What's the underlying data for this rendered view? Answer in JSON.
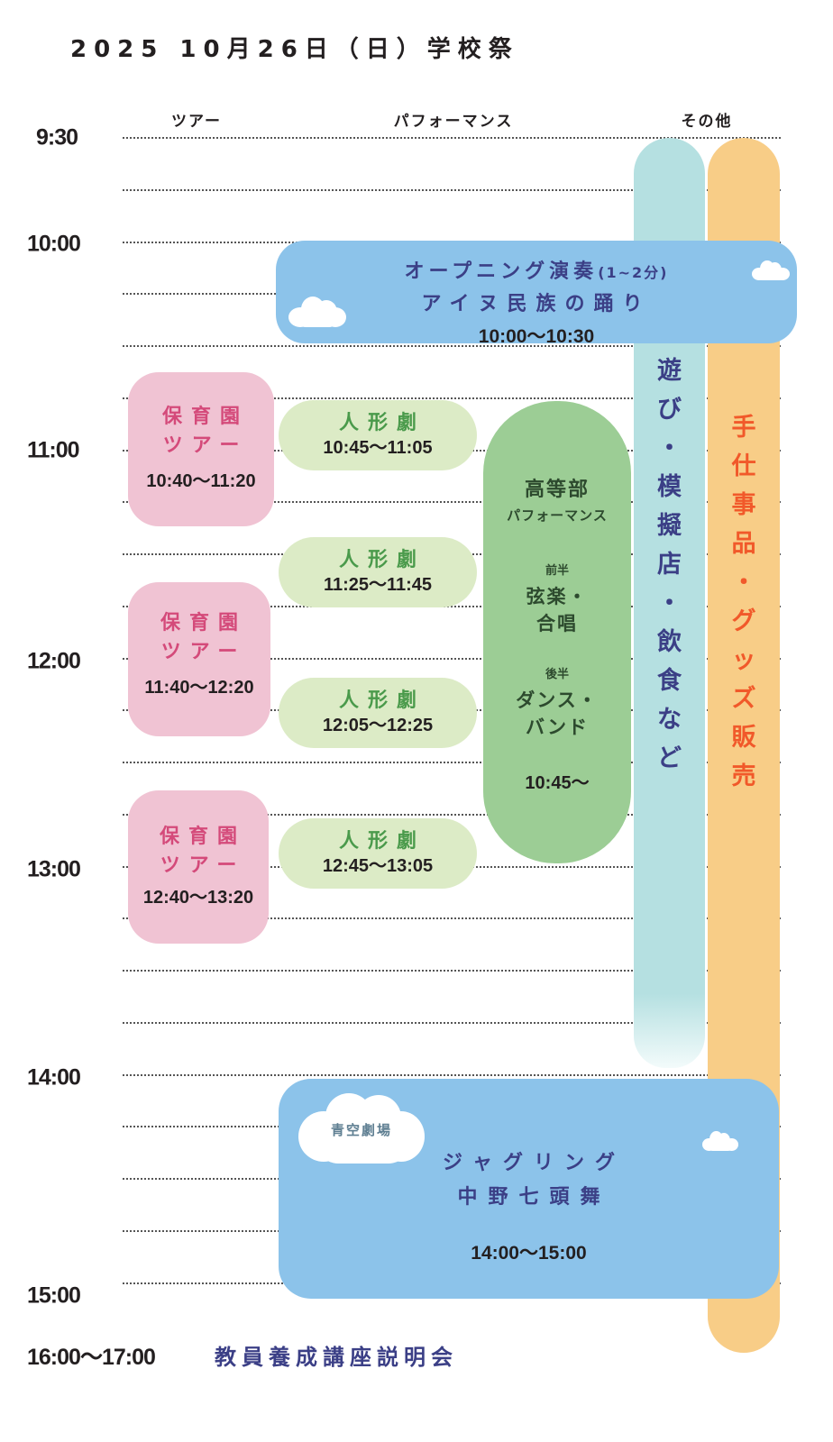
{
  "header": {
    "title": "2025 10月26日（日）学校祭"
  },
  "columns": {
    "tour": "ツアー",
    "performance": "パフォーマンス",
    "other": "その他"
  },
  "time_axis": {
    "labels": [
      "9:30",
      "10:00",
      "11:00",
      "12:00",
      "13:00",
      "14:00",
      "15:00"
    ]
  },
  "events": {
    "opening": {
      "title_main": "オープニング演奏",
      "title_note": "(1~2分)",
      "subtitle": "アイヌ民族の踊り",
      "time": "10:00〜10:30",
      "color": "#8cc3ea"
    },
    "tours": [
      {
        "name_line1": "保育園",
        "name_line2": "ツアー",
        "time": "10:40〜11:20"
      },
      {
        "name_line1": "保育園",
        "name_line2": "ツアー",
        "time": "11:40〜12:20"
      },
      {
        "name_line1": "保育園",
        "name_line2": "ツアー",
        "time": "12:40〜13:20"
      }
    ],
    "puppet_shows": [
      {
        "name": "人形劇",
        "time": "10:45〜11:05"
      },
      {
        "name": "人形劇",
        "time": "11:25〜11:45"
      },
      {
        "name": "人形劇",
        "time": "12:05〜12:25"
      },
      {
        "name": "人形劇",
        "time": "12:45〜13:05"
      }
    ],
    "high_school": {
      "title": "高等部",
      "subtitle": "パフォーマンス",
      "first_half_label": "前半",
      "first_half_line1": "弦楽・",
      "first_half_line2": "合唱",
      "second_half_label": "後半",
      "second_half_line1": "ダンス・",
      "second_half_line2": "バンド",
      "time": "10:45〜"
    },
    "play_area": {
      "chars": [
        "遊",
        "び",
        "・",
        "模",
        "擬",
        "店",
        "・",
        "飲",
        "食",
        "な",
        "ど"
      ],
      "color": "#b5e0e1"
    },
    "crafts": {
      "chars": [
        "手",
        "仕",
        "事",
        "品",
        "・",
        "グ",
        "ッ",
        "ズ",
        "販",
        "売"
      ],
      "color": "#f8cd87"
    },
    "juggling": {
      "venue": "青空劇場",
      "line1": "ジャグリング",
      "line2": "中野七頭舞",
      "time": "14:00〜15:00"
    }
  },
  "footer": {
    "time": "16:00〜17:00",
    "event": "教員養成講座説明会"
  },
  "colors": {
    "navy_text": "#3b3f86",
    "pink_box": "#f0c3d3",
    "pink_text": "#d44a7a",
    "light_green_box": "#dcebc6",
    "green_text": "#4a9a4b",
    "dark_green_box": "#9ccd95",
    "orange_text": "#f1592a"
  }
}
